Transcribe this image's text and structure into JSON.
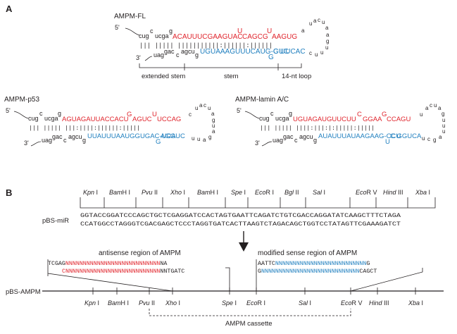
{
  "panels": {
    "a": "A",
    "b": "B"
  },
  "fl": {
    "title": "AMPM-FL",
    "five_prime": "5'",
    "three_prime": "3'",
    "top_bulge_a": "cug",
    "top_bulge_b": "c",
    "top_bulge_c": "ucga",
    "top_bulge_d": "g",
    "top_red_1": "ACAUUUCGAAGUAC",
    "top_red_2": "U",
    "top_red_3": "CAGCG",
    "top_red_4": "U",
    "top_red_5": "AAGUG",
    "pairs": "||| ||||| |||||||||||:||||||:||||||",
    "bot_a": "uag",
    "bot_b": "gac",
    "bot_c": "c",
    "bot_d": "agcu",
    "bot_e": "g",
    "bot_blue_1": "UGUAAAGUUUCAUG-GUC",
    "bot_blue_2": "G",
    "bot_blue_3": "C UUCAC",
    "loop": [
      "a",
      "u",
      "a",
      "c",
      "u",
      "a",
      "a",
      "g",
      "u",
      "u",
      "u",
      "c"
    ],
    "seg_extended": "extended stem",
    "seg_stem": "stem",
    "seg_loop": "14-nt loop"
  },
  "p53": {
    "title": "AMPM-p53",
    "five_prime": "5'",
    "three_prime": "3'",
    "top_a": "cug",
    "top_b": "c",
    "top_c": "ucga",
    "top_d": "g",
    "red_1": "AGUAGAUUACCACU",
    "red_2": "G",
    "red_3": "AGUC",
    "red_4": "U",
    "red_5": "UCCAG",
    "pairs": "||| ||||| |||:||||:||||||:|||||",
    "bot_a": "uag",
    "bot_b": "gac",
    "bot_c": "c",
    "bot_d": "agcu",
    "bot_e": "g",
    "blue_1": "UUAUUUAAUGGUGAC-UCA",
    "blue_2": "G",
    "blue_3": " AGGUC",
    "loop": [
      "c",
      "u",
      "a",
      "c",
      "u",
      "a",
      "g",
      "u",
      "a",
      "g",
      "a",
      "u",
      "u"
    ]
  },
  "lamin": {
    "title": "AMPM-lamin A/C",
    "five_prime": "5'",
    "three_prime": "3'",
    "top_a": "cug",
    "top_b": "c",
    "top_c": "ucga",
    "top_d": "g",
    "red_1": "UGUAGAUGUUCUU",
    "red_2": "C",
    "red_3": "GGAA",
    "red_4": "G",
    "red_5": "CCAGU",
    "pairs": "||| ||||| ||||:|||:|:|||||:|||||",
    "bot_a": "uag",
    "bot_b": "gac",
    "bot_c": "c",
    "bot_d": "agcu",
    "bot_e": "g",
    "blue_1": "AUAUUUAUAAGAAG-CCU",
    "blue_2": "U",
    "blue_3": "C GGUCA",
    "loop": [
      "u",
      "a",
      "c",
      "u",
      "a",
      "g",
      "u",
      "u",
      "u",
      "a",
      "g",
      "c",
      "u"
    ]
  },
  "pbsmir": {
    "label": "pBS-miR",
    "seq_top": "GGTACCGGATCCCAGCTGCTCGAGGATCCACTAGTGAATTCAGATCTGTCGACCAGGATATCAAGCTTTCTAGA",
    "seq_bot": "CCATGGCCTAGGGTCGACGAGCTCCCTAGGTGATCACTTAAGTCTAGACAGCTGGTCCTATAGTTCGAAAGATCT",
    "sites": [
      {
        "i": "Kpn",
        "r": " I"
      },
      {
        "i": "Bam",
        "r": "H I"
      },
      {
        "i": "Pvu",
        "r": " II"
      },
      {
        "i": "Xho",
        "r": " I"
      },
      {
        "i": "Bam",
        "r": "H I"
      },
      {
        "i": "Spe",
        "r": " I"
      },
      {
        "i": "Eco",
        "r": "R I"
      },
      {
        "i": "Bgl",
        "r": " II"
      },
      {
        "i": "Sal",
        "r": " I"
      },
      {
        "i": "Eco",
        "r": "R V"
      },
      {
        "i": "Hind",
        "r": " III"
      },
      {
        "i": "Xba",
        "r": " I"
      }
    ]
  },
  "antisense": {
    "title": "antisense region of AMPM",
    "l1_black": "TCGAG",
    "l1_red": "NNNNNNNNNNNNNNNNNNNNNNNNNNN",
    "l1_tail": "NA",
    "l2_red": "CNNNNNNNNNNNNNNNNNNNNNNNNNNN",
    "l2_tail": "NNTGATC"
  },
  "sense": {
    "title": "modified sense region of AMPM",
    "l1_black": "AATTC",
    "l1_blue": "NNNNNNNNNNNNNNNNNNNNNNNNNN",
    "l1_tail": "G",
    "l2_black": "G",
    "l2_blue": "NNNNNNNNNNNNNNNNNNNNNNNNNNNN",
    "l2_tail": "CAGCT"
  },
  "pbsampm": {
    "label": "pBS-AMPM",
    "sites": [
      {
        "i": "Kpn",
        "r": " I"
      },
      {
        "i": "Bam",
        "r": "H I"
      },
      {
        "i": "Pvu",
        "r": " II"
      },
      {
        "i": "Xho",
        "r": " I"
      },
      {
        "i": "Spe",
        "r": " I"
      },
      {
        "i": "Eco",
        "r": "R I"
      },
      {
        "i": "Sal",
        "r": " I"
      },
      {
        "i": "Eco",
        "r": "R V"
      },
      {
        "i": "Hind",
        "r": " III"
      },
      {
        "i": "Xba",
        "r": " I"
      }
    ],
    "cassette": "AMPM cassette"
  }
}
